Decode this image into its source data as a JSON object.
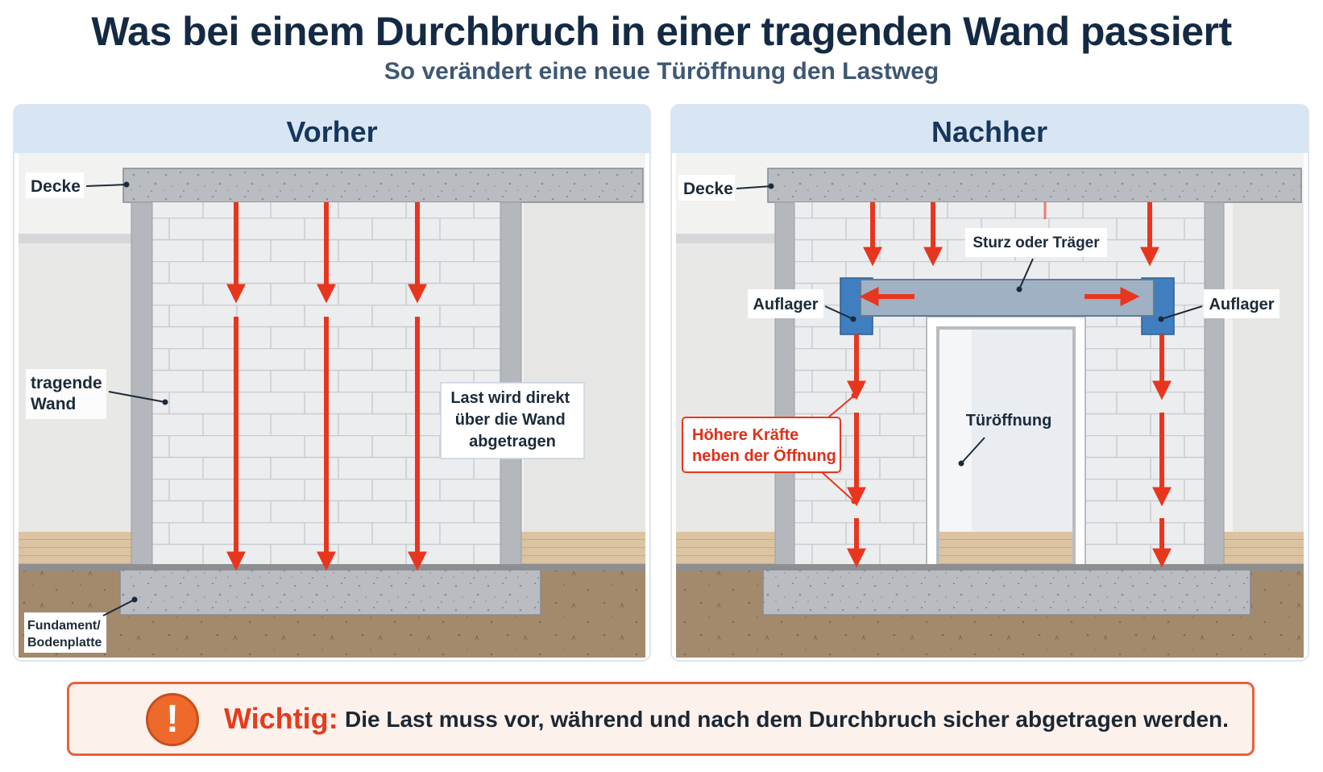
{
  "title": "Was bei einem Durchbruch in einer tragenden Wand passiert",
  "subtitle": "So verändert eine neue Türöffnung den Lastweg",
  "colors": {
    "header_band": "#d8e6f4",
    "arrow": "#e8361e",
    "beam_support": "#3f7fbf",
    "notice_border": "#e8623a",
    "title": "#142a44"
  },
  "panels": [
    {
      "heading": "Vorher",
      "labels": {
        "decke": "Decke",
        "wand": [
          "tragende",
          "Wand"
        ],
        "fundament": [
          "Fundament/",
          "Bodenplatte"
        ],
        "last": [
          "Last wird direkt",
          "über die Wand",
          "abgetragen"
        ]
      }
    },
    {
      "heading": "Nachher",
      "labels": {
        "decke": "Decke",
        "sturz": "Sturz oder Träger",
        "auflager_left": "Auflager",
        "auflager_right": "Auflager",
        "tuer": "Türöffnung",
        "kraefte": [
          "Höhere Kräfte",
          "neben der Öffnung"
        ]
      }
    }
  ],
  "notice": {
    "icon": "warning-icon",
    "label": "Wichtig:",
    "text": "Die Last muss vor, während und nach dem Durchbruch sicher abgetragen werden."
  }
}
